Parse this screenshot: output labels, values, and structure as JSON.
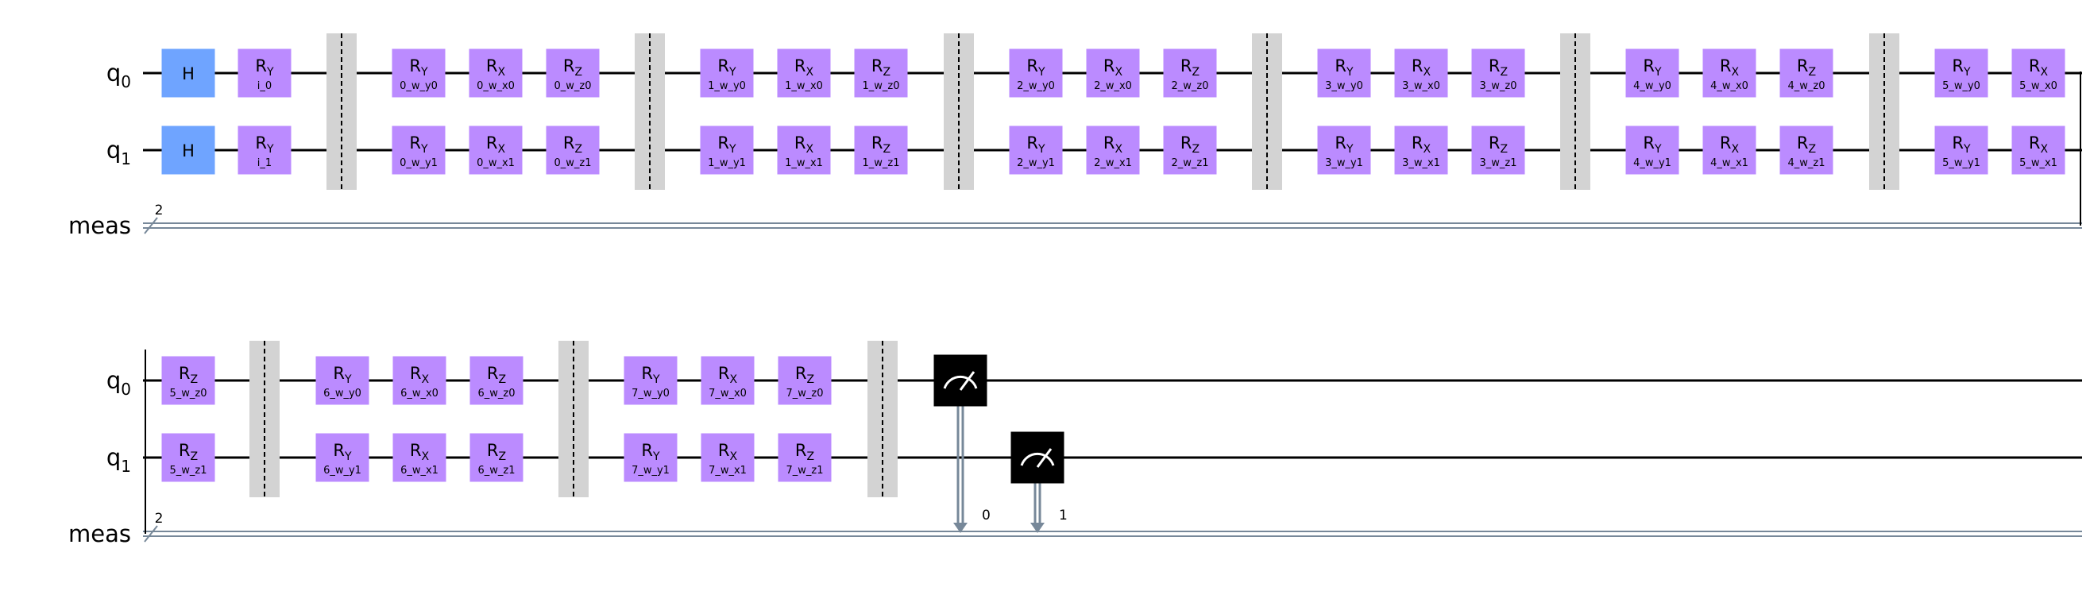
{
  "wires": {
    "q0": {
      "base": "q",
      "sub": "0"
    },
    "q1": {
      "base": "q",
      "sub": "1"
    },
    "meas": "meas",
    "meas_width": "2"
  },
  "gate_labels": {
    "h": "H",
    "ry": {
      "base": "R",
      "sub": "Y"
    },
    "rx": {
      "base": "R",
      "sub": "X"
    },
    "rz": {
      "base": "R",
      "sub": "Z"
    }
  },
  "input_params": [
    "i_0",
    "i_1"
  ],
  "layers": [
    "0",
    "1",
    "2",
    "3",
    "4",
    "5",
    "6",
    "7"
  ],
  "param_pattern": "{layer}_w_{axis}{qubit}",
  "measure_bits": [
    "0",
    "1"
  ],
  "colors": {
    "rotation_gate": "#bb8bff",
    "h_gate": "#6fa4ff",
    "barrier": "#d3d3d3",
    "classical_wire": "#778899",
    "measure_gate": "#000000"
  }
}
